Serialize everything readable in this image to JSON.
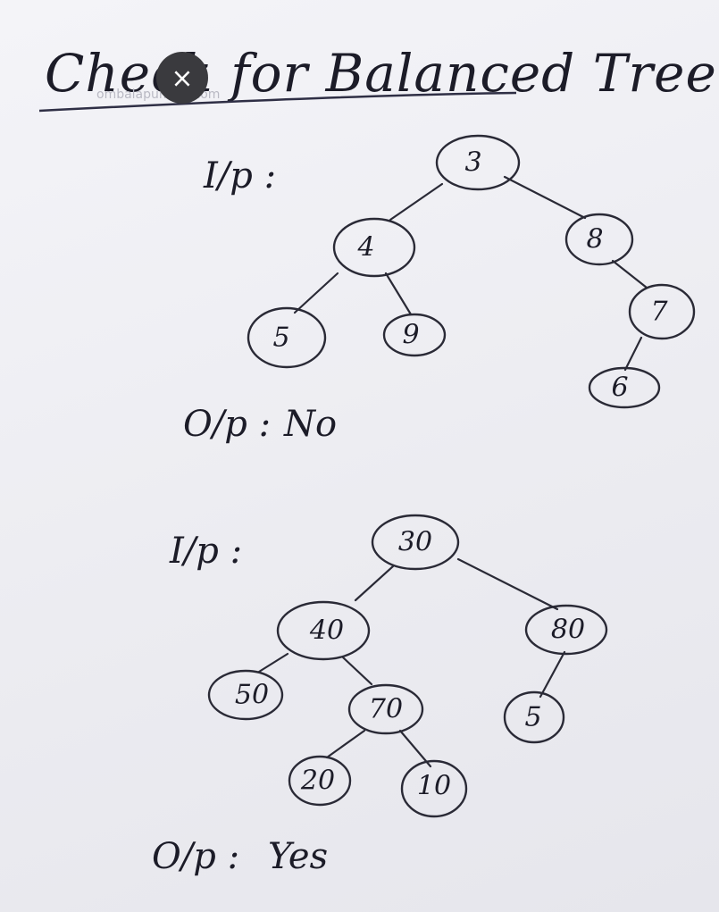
{
  "title": "Check for Balanced Tree",
  "watermark": "ombalapur...ail.com",
  "close_glyph": "×",
  "examples": [
    {
      "input_label": "I/p :",
      "output_label": "O/p :",
      "output_value": "No",
      "nodes": [
        "3",
        "4",
        "8",
        "5",
        "9",
        "7",
        "6"
      ]
    },
    {
      "input_label": "I/p :",
      "output_label": "O/p :",
      "output_value": "Yes",
      "nodes": [
        "30",
        "40",
        "80",
        "50",
        "70",
        "5",
        "20",
        "10"
      ]
    }
  ],
  "colors": {
    "ink": "#1c1c28",
    "board": "#f0f0f4",
    "close_button": "#3a3a3e"
  }
}
